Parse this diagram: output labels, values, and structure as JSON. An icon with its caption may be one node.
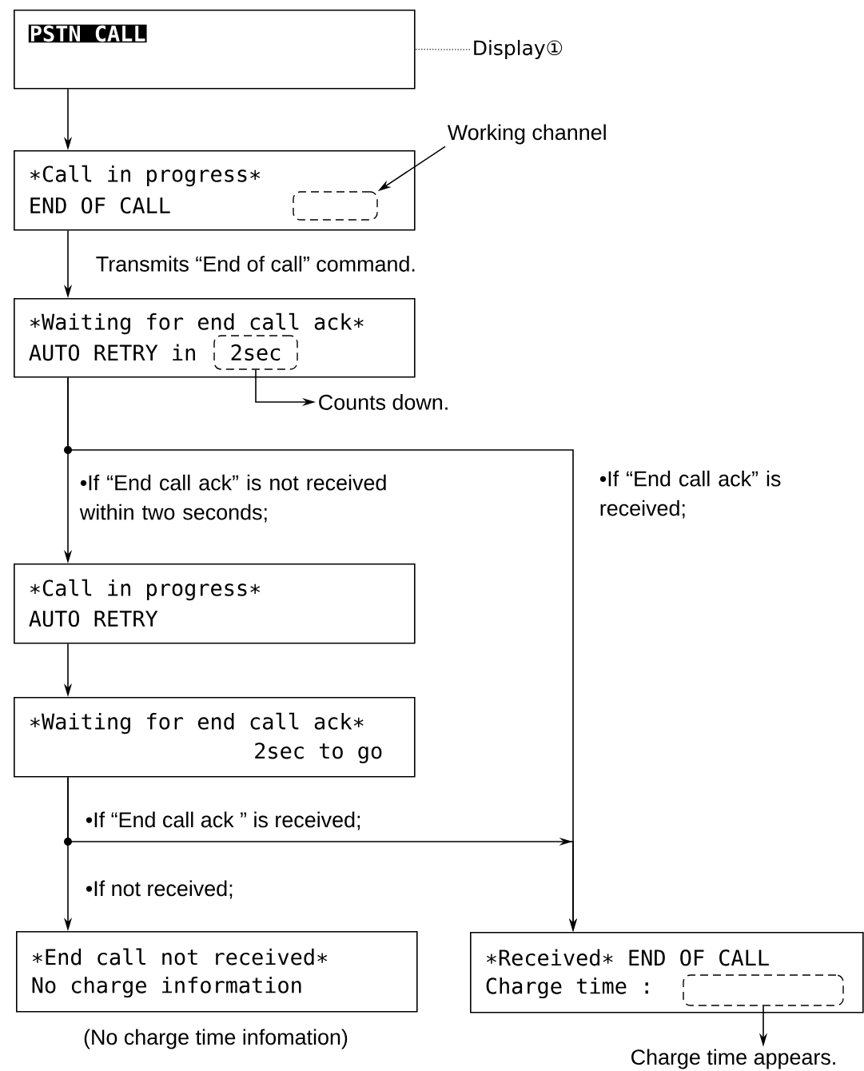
{
  "diagram": {
    "nodes": [
      {
        "text": [
          "PSTN CALL"
        ]
      },
      {
        "text": [
          "Display①"
        ]
      },
      {
        "text": [
          "∗Call in progress∗",
          "END OF CALL"
        ]
      },
      {
        "text": [],
        "shape": "box",
        "in": 2
      },
      {
        "text": [
          "Working channel"
        ]
      },
      {
        "text": [
          "∗Waiting for end call ack∗",
          "AUTO RETRY in"
        ]
      },
      {
        "text": [
          "2sec"
        ],
        "in": 5
      },
      {
        "text": [
          "Counts down."
        ]
      },
      {
        "text": [
          "∗Call in progress∗",
          "AUTO RETRY"
        ]
      },
      {
        "text": [
          "∗Waiting for end call ack∗",
          "2sec to go"
        ]
      },
      {
        "text": [
          "∗End call not received∗",
          "No charge information"
        ],
        "beside": [
          "(No charge time infomation)"
        ]
      },
      {
        "text": [
          "∗Received∗ END OF CALL",
          "Charge time :"
        ]
      },
      {
        "text": [],
        "shape": "box",
        "in": 11
      },
      {
        "text": [
          "Charge time appears."
        ]
      }
    ],
    "edges": [
      {
        "from": 0,
        "to": 2,
        "arrow": "to"
      },
      {
        "from": 1,
        "to": 0,
        "arrow": "none",
        "style": "dashed"
      },
      {
        "from": 4,
        "to": 3,
        "arrow": "to"
      },
      {
        "from": 2,
        "to": 5,
        "arrow": "to",
        "label": "Transmits “End of call” command."
      },
      {
        "from": 6,
        "to": 7,
        "arrow": "to"
      },
      {
        "from": 5,
        "to": 8,
        "arrow": "to",
        "label": "•If “End call ack” is not received within two seconds;"
      },
      {
        "from": 5,
        "to": 11,
        "arrow": "to",
        "label": "•If “End call ack” is received;"
      },
      {
        "from": 8,
        "to": 9,
        "arrow": "to"
      },
      {
        "from": 9,
        "to": 10,
        "arrow": "to",
        "label": "•If not received;"
      },
      {
        "from": 9,
        "to": 11,
        "arrow": "to",
        "label": "•If “End call ack ” is received;"
      },
      {
        "from": 12,
        "to": 13,
        "arrow": "to"
      }
    ]
  }
}
